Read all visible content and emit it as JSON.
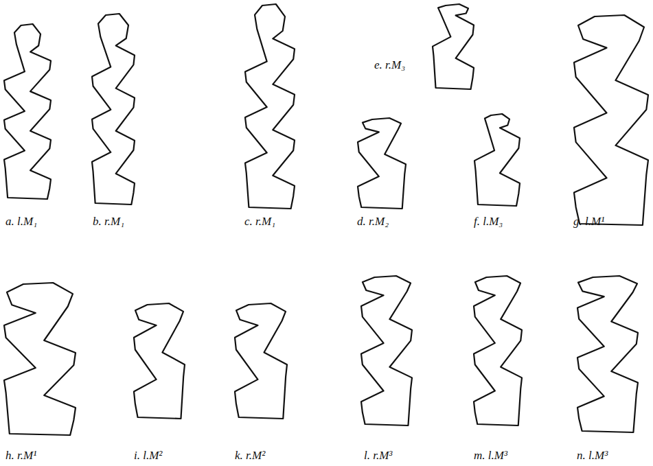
{
  "diagram": {
    "labels": [
      "a. l.M₁",
      "b. r.M₁",
      "c. r.M₁",
      "d. r.M₂",
      "e. r.M₃",
      "f. l.M₃",
      "g. l.M¹",
      "h. r.M¹",
      "i. l.M²",
      "k. r.M²",
      "l. r.M³",
      "m. l.M³",
      "n. l.M³"
    ]
  }
}
